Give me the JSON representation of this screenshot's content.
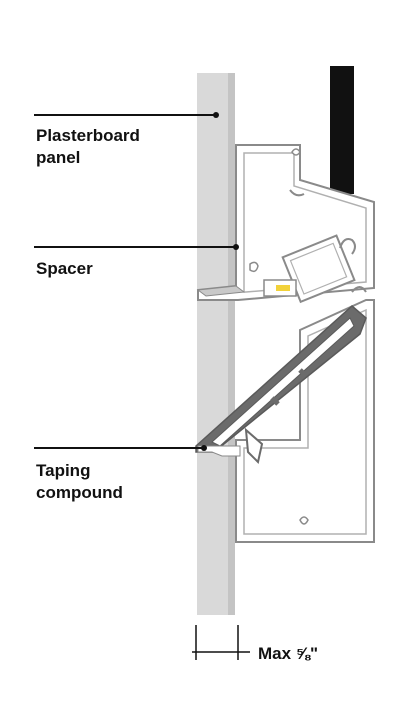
{
  "labels": {
    "plasterboard": [
      "Plasterboard",
      "panel"
    ],
    "spacer": "Spacer",
    "taping": [
      "Taping",
      "compound"
    ],
    "max": "Max ⅝\""
  },
  "colors": {
    "plasterboard": "#d8d8d8",
    "profile_outline": "#9a9a9a",
    "profile_dark": "#6b6b6b",
    "glass": "#111111",
    "clip": "#f2d23a",
    "text": "#111111"
  }
}
